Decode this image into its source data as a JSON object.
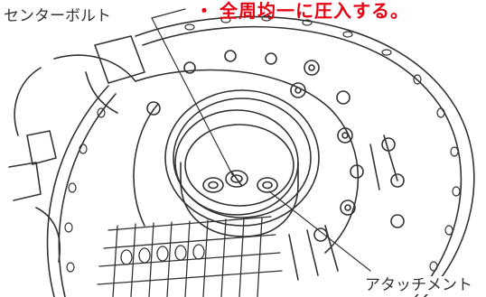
{
  "labels": {
    "center_bolt": "センターボルト",
    "attachment": "アタッチメント"
  },
  "note": {
    "bullet": "・",
    "text": "全周均一に圧入する。",
    "color": "#e60012"
  },
  "colors": {
    "line": "#333333",
    "background": "#ffffff"
  }
}
